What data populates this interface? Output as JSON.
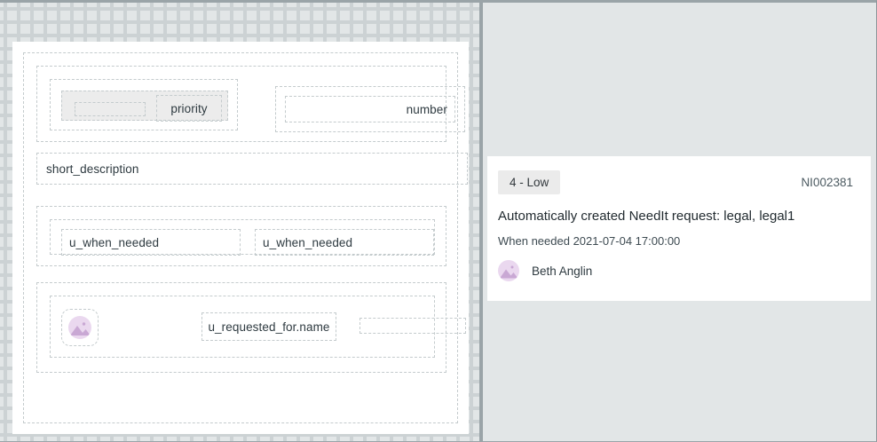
{
  "designer": {
    "fields": {
      "priority": "priority",
      "number": "number",
      "short_description": "short_description",
      "when_needed_a": "u_when_needed",
      "when_needed_b": "u_when_needed",
      "requested_for_name": "u_requested_for.name"
    },
    "avatar_icon": "image-placeholder-icon"
  },
  "preview": {
    "priority_badge": "4 - Low",
    "record_number": "NI002381",
    "title": "Automatically created NeedIt request: legal, legal1",
    "when_needed": "When needed 2021-07-04 17:00:00",
    "user_name": "Beth Anglin",
    "avatar_icon": "image-placeholder-icon"
  },
  "colors": {
    "canvas_bg": "#e2e6e7",
    "grid_dot": "#c8cfd1",
    "dashed_border": "#c4cbcd",
    "card_white": "#ffffff",
    "badge_bg": "#ebebeb",
    "avatar_bg": "#ead8ef",
    "avatar_fg": "#c9a8d4",
    "divider": "#9aa4a8",
    "text_dark": "#2e3a40"
  }
}
